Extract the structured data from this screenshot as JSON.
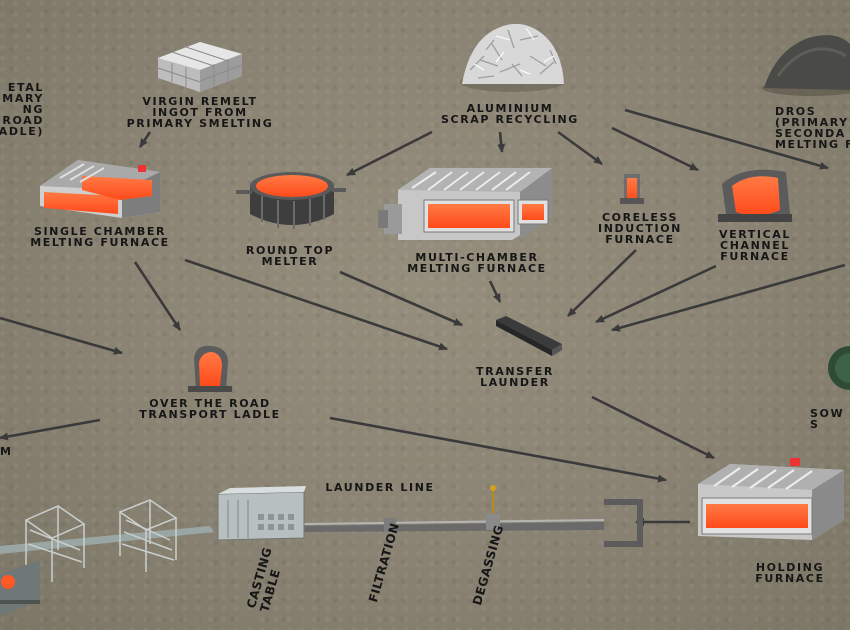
{
  "labels": {
    "metal_primary": "ETAL\nPRIMARY\nNG\nROAD\nLADLE)",
    "virgin_remelt": "VIRGIN REMELT\nINGOT FROM\nPRIMARY SMELTING",
    "aluminium_scrap": "ALUMINIUM\nSCRAP RECYCLING",
    "dross": "DROS\n(PRIMARY\nSECONDA\nMELTING F",
    "single_chamber": "SINGLE CHAMBER\nMELTING FURNACE",
    "round_top": "ROUND TOP\nMELTER",
    "multi_chamber": "MULTI-CHAMBER\nMELTING FURNACE",
    "coreless": "CORELESS\nINDUCTION\nFURNACE",
    "vertical_channel": "VERTICAL\nCHANNEL\nFURNACE",
    "transfer_launder": "TRANSFER\nLAUNDER",
    "over_road_ladle": "OVER THE ROAD\nTRANSPORT LADLE",
    "sow": "SOW\nS",
    "m_left": "M",
    "launder_line": "LAUNDER LINE",
    "holding_furnace": "HOLDING\nFURNACE",
    "casting_table": "CASTING\nTABLE",
    "filtration": "FILTRATION",
    "degassing": "DEGASSING"
  },
  "colors": {
    "ground": "#8a8474",
    "molten": "#ff5a26",
    "arrow": "#3a3a3a",
    "text": "#161616"
  }
}
